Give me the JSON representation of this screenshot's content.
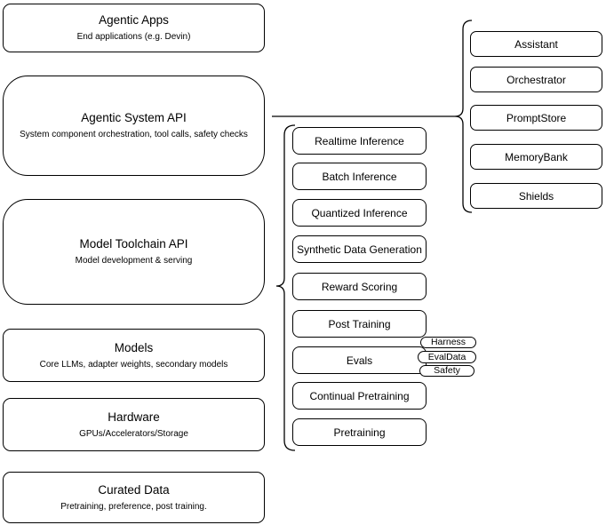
{
  "left": [
    {
      "title": "Agentic Apps",
      "subtitle": "End applications (e.g. Devin)"
    },
    {
      "title": "Agentic System API",
      "subtitle": "System component orchestration, tool calls, safety checks"
    },
    {
      "title": "Model Toolchain API",
      "subtitle": "Model development & serving"
    },
    {
      "title": "Models",
      "subtitle": "Core LLMs, adapter weights, secondary models"
    },
    {
      "title": "Hardware",
      "subtitle": "GPUs/Accelerators/Storage"
    },
    {
      "title": "Curated Data",
      "subtitle": "Pretraining, preference, post training."
    }
  ],
  "toolchain": {
    "items": [
      {
        "label": "Realtime Inference"
      },
      {
        "label": "Batch Inference"
      },
      {
        "label": "Quantized Inference"
      },
      {
        "label": "Synthetic Data Generation"
      },
      {
        "label": "Reward Scoring"
      },
      {
        "label": "Post Training"
      },
      {
        "label": "Evals"
      },
      {
        "label": "Continual Pretraining"
      },
      {
        "label": "Pretraining"
      }
    ]
  },
  "evals_tags": [
    {
      "label": "Harness"
    },
    {
      "label": "EvalData"
    },
    {
      "label": "Safety"
    }
  ],
  "components": [
    {
      "label": "Assistant"
    },
    {
      "label": "Orchestrator"
    },
    {
      "label": "PromptStore"
    },
    {
      "label": "MemoryBank"
    },
    {
      "label": "Shields"
    }
  ],
  "colors": {
    "stroke": "#000000",
    "background": "#ffffff",
    "text": "#000000"
  }
}
